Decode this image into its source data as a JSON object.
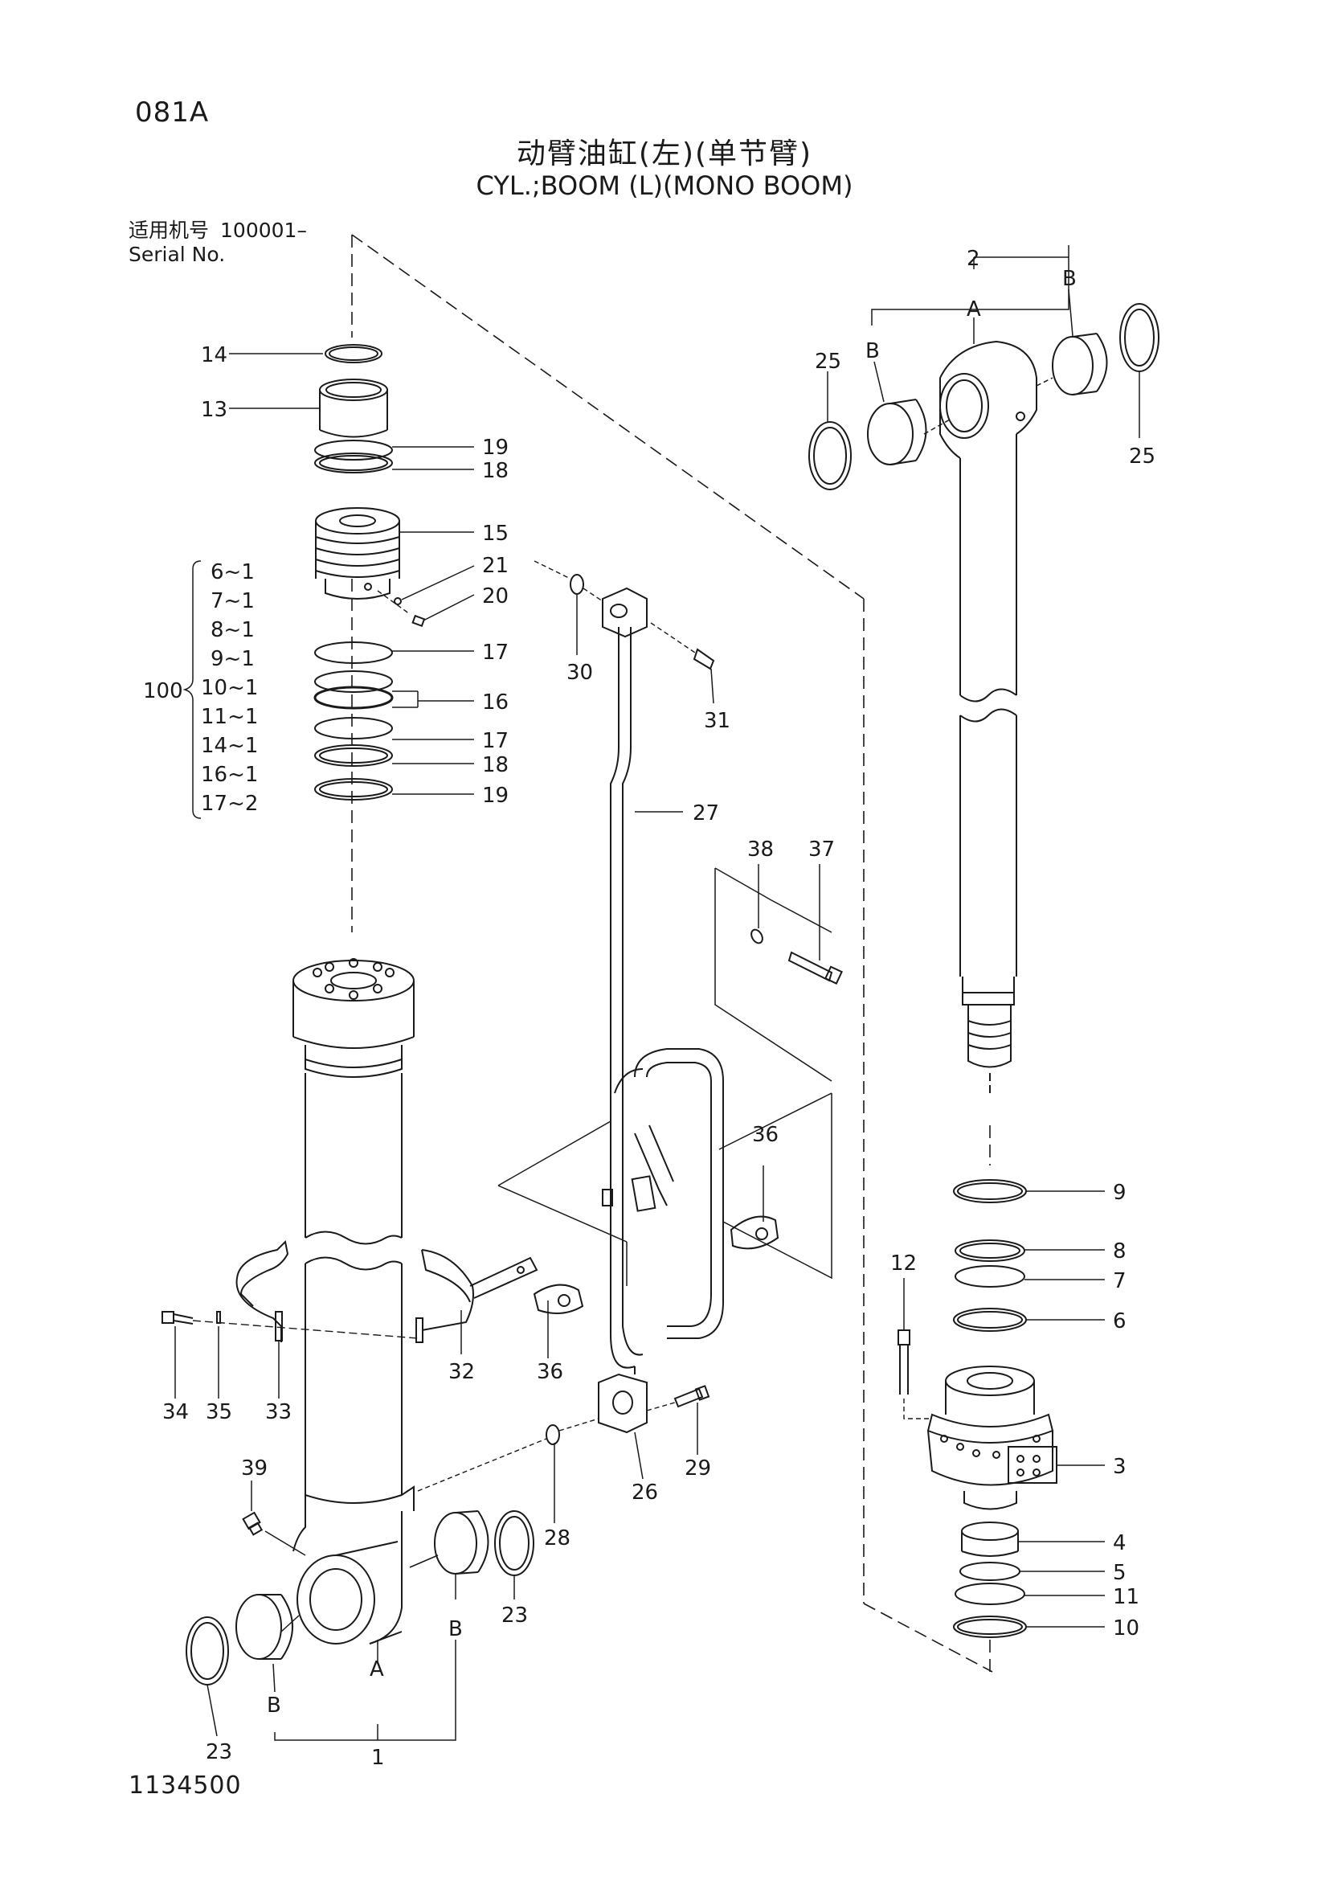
{
  "page_code": "081A",
  "title_cn": "动臂油缸(左)(单节臂)",
  "title_en": "CYL.;BOOM (L)(MONO BOOM)",
  "serial": {
    "label_cn": "适用机号",
    "label_en": "Serial No.",
    "number": "100001–"
  },
  "drawing_number": "1134500",
  "kit": {
    "number": "100",
    "items": [
      "6~1",
      "7~1",
      "8~1",
      "9~1",
      "10~1",
      "11~1",
      "14~1",
      "16~1",
      "17~2"
    ]
  },
  "callouts": {
    "c14": "14",
    "c13": "13",
    "c19a": "19",
    "c18a": "18",
    "c15": "15",
    "c21": "21",
    "c20": "20",
    "c17a": "17",
    "c16": "16",
    "c17b": "17",
    "c18b": "18",
    "c19b": "19",
    "c30": "30",
    "c31": "31",
    "c27": "27",
    "c38": "38",
    "c37": "37",
    "c36a": "36",
    "c36b": "36",
    "c32": "32",
    "c34": "34",
    "c35": "35",
    "c33": "33",
    "c39": "39",
    "c28": "28",
    "c26": "26",
    "c29": "29",
    "c23a": "23",
    "c23b": "23",
    "c1": "1",
    "cA1": "A",
    "cB1": "B",
    "cB2": "B",
    "c2": "2",
    "cA2": "A",
    "cB3": "B",
    "cB4": "B",
    "c25a": "25",
    "c25b": "25",
    "c9": "9",
    "c8": "8",
    "c7": "7",
    "c6": "6",
    "c12": "12",
    "c3": "3",
    "c4": "4",
    "c5": "5",
    "c11": "11",
    "c10": "10"
  }
}
